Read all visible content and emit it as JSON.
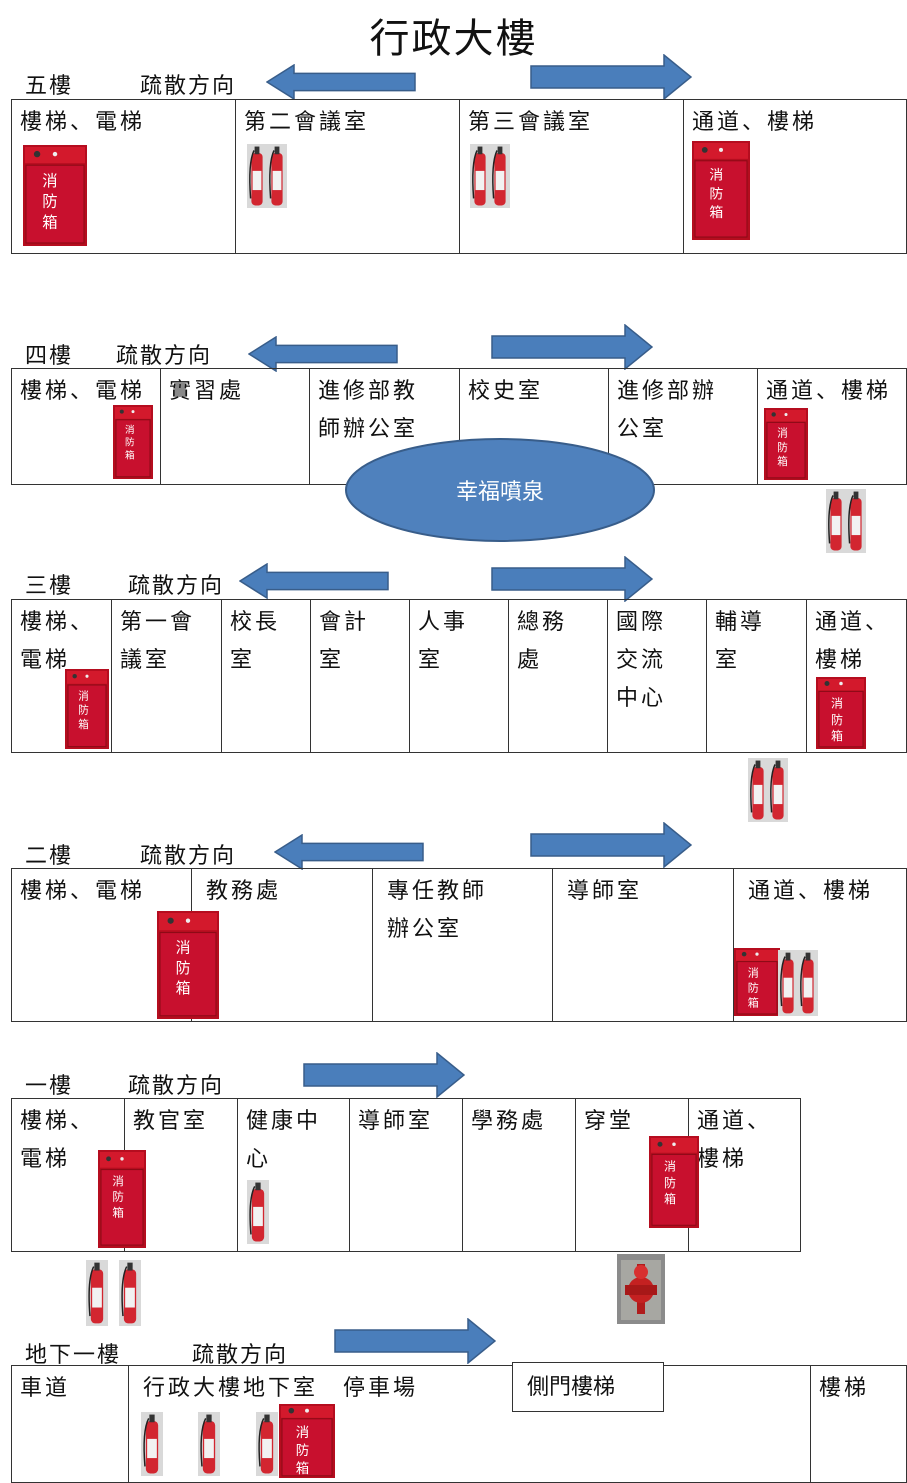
{
  "title": "行政大樓",
  "evac_label": "疏散方向",
  "colors": {
    "arrow_fill": "#4a7ebb",
    "arrow_stroke": "#385d8a",
    "fire_box": "#c8102e",
    "extinguisher": "#d22630",
    "fountain": "#4f81bd"
  },
  "icons": {
    "fire_box": "fire-hose-cabinet-icon",
    "extinguisher": "fire-extinguisher-icon",
    "hydrant": "fire-hydrant-icon"
  },
  "fire_box_text": [
    "消",
    "防",
    "箱"
  ],
  "floors": {
    "f5": {
      "label": "五樓",
      "cells": [
        "樓梯、電梯",
        "第二會議室",
        "第三會議室",
        "通道、樓梯"
      ]
    },
    "f4": {
      "label": "四樓",
      "cells": [
        "樓梯、電梯",
        "實習處",
        "進修部教\n師辦公室",
        "校史室",
        "進修部辦\n公室",
        "通道、樓梯"
      ]
    },
    "f3": {
      "label": "三樓",
      "cells": [
        "樓梯、\n電梯",
        "第一會\n議室",
        "校長\n室",
        "會計\n室",
        "人事\n室",
        "總務\n處",
        "國際\n交流\n中心",
        "輔導\n室",
        "通道、\n樓梯"
      ]
    },
    "f2": {
      "label": "二樓",
      "cells": [
        "樓梯、電梯",
        "教務處",
        "專任教師\n辦公室",
        "導師室",
        "通道、樓梯"
      ]
    },
    "f1": {
      "label": "一樓",
      "cells": [
        "樓梯、\n電梯",
        "教官室",
        "健康中\n心",
        "導師室",
        "學務處",
        "穿堂",
        "通道、\n樓梯"
      ]
    },
    "b1": {
      "label": "地下一樓",
      "cells": [
        "車道",
        "行政大樓地下室　停車場",
        "樓梯"
      ]
    }
  },
  "fountain": "幸福噴泉",
  "side_stair": "側門樓梯"
}
